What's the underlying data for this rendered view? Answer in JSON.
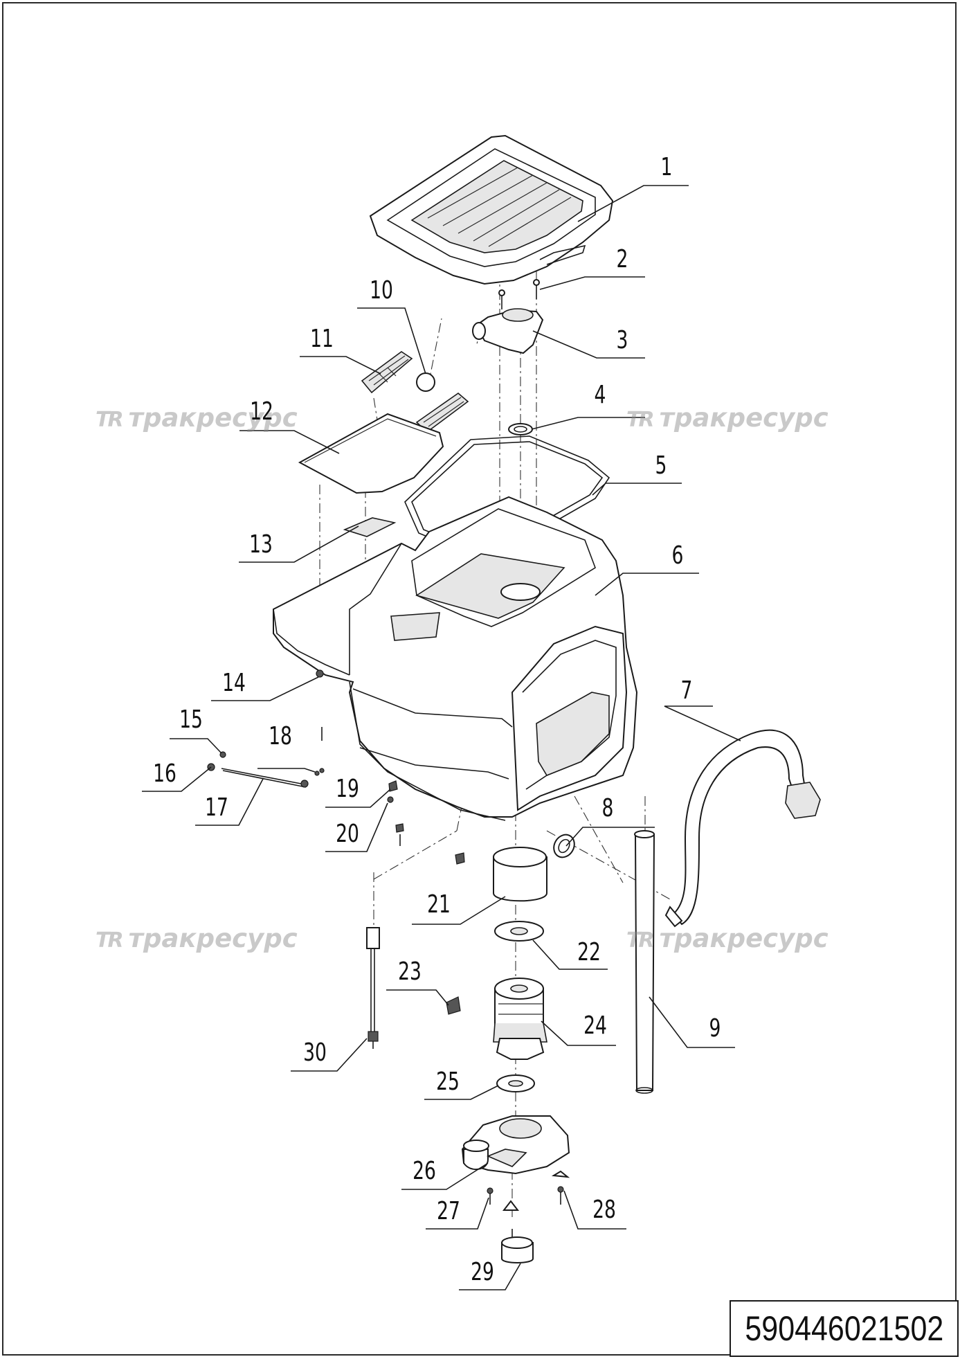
{
  "watermarks": [
    {
      "logo": "TR",
      "text": "тракресурс"
    },
    {
      "logo": "TR",
      "text": "тракресурс"
    },
    {
      "logo": "TR",
      "text": "тракресурс"
    },
    {
      "logo": "TR",
      "text": "тракресурс"
    }
  ],
  "drawing_number": "590446021502",
  "callouts": [
    {
      "label": "1"
    },
    {
      "label": "2"
    },
    {
      "label": "3"
    },
    {
      "label": "4"
    },
    {
      "label": "5"
    },
    {
      "label": "6"
    },
    {
      "label": "7"
    },
    {
      "label": "8"
    },
    {
      "label": "9"
    },
    {
      "label": "10"
    },
    {
      "label": "11"
    },
    {
      "label": "12"
    },
    {
      "label": "13"
    },
    {
      "label": "14"
    },
    {
      "label": "15"
    },
    {
      "label": "16"
    },
    {
      "label": "17"
    },
    {
      "label": "18"
    },
    {
      "label": "19"
    },
    {
      "label": "20"
    },
    {
      "label": "21"
    },
    {
      "label": "22"
    },
    {
      "label": "23"
    },
    {
      "label": "24"
    },
    {
      "label": "25"
    },
    {
      "label": "26"
    },
    {
      "label": "27"
    },
    {
      "label": "28"
    },
    {
      "label": "29"
    },
    {
      "label": "30"
    }
  ]
}
